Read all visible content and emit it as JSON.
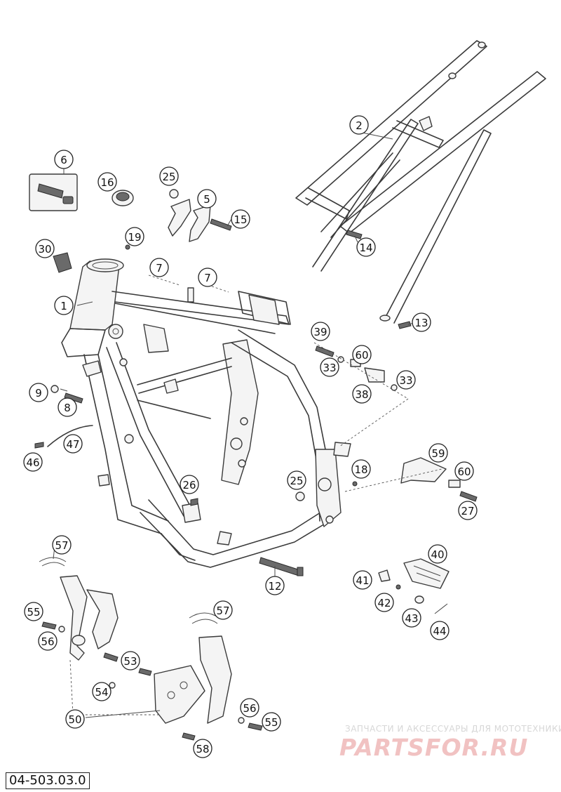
{
  "diagram_code": "04-503.03.0",
  "watermark": {
    "caption": "ЗАПЧАСТИ И АКСЕССУАРЫ ДЛЯ МОТОТЕХНИКИ",
    "logo": "PARTSFOR.RU"
  },
  "callouts": {
    "c1": "1",
    "c2": "2",
    "c5": "5",
    "c6": "6",
    "c7a": "7",
    "c7b": "7",
    "c8": "8",
    "c9": "9",
    "c12": "12",
    "c13": "13",
    "c14": "14",
    "c15": "15",
    "c16": "16",
    "c18": "18",
    "c19": "19",
    "c25a": "25",
    "c25b": "25",
    "c26": "26",
    "c27": "27",
    "c30": "30",
    "c33a": "33",
    "c33b": "33",
    "c38": "38",
    "c39": "39",
    "c40": "40",
    "c41": "41",
    "c42": "42",
    "c43": "43",
    "c44": "44",
    "c46": "46",
    "c47": "47",
    "c50": "50",
    "c53": "53",
    "c54": "54",
    "c55a": "55",
    "c55b": "55",
    "c56a": "56",
    "c56b": "56",
    "c57a": "57",
    "c57b": "57",
    "c58": "58",
    "c59": "59",
    "c60a": "60",
    "c60b": "60"
  }
}
